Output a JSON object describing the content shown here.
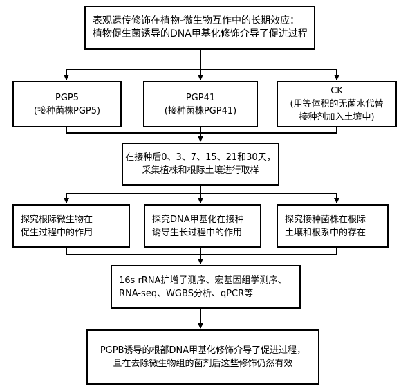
{
  "title": {
    "line1": "表观遗传修饰在植物-微生物互作中的长期效应：",
    "line2": "植物促生菌诱导的DNA甲基化修饰介导了促进过程"
  },
  "groups": [
    {
      "name": "PGP5",
      "desc": "(接种菌株PGP5)"
    },
    {
      "name": "PGP41",
      "desc": "(接种菌株PGP41)"
    },
    {
      "name": "CK",
      "desc_line1": "(用等体积的无菌水代替",
      "desc_line2": "接种剂加入土壤中)"
    }
  ],
  "sampling": {
    "line1": "在接种后0、3、7、15、21和30天，",
    "line2": "采集植株和根际土壤进行取样"
  },
  "studies": [
    {
      "line1": "探究根际微生物在",
      "line2": "促生过程中的作用"
    },
    {
      "line1": "探究DNA甲基化在接种",
      "line2": "诱导生长过程中的作用"
    },
    {
      "line1": "探究接种菌株在根际",
      "line2": "土壤和根系中的存在"
    }
  ],
  "methods": {
    "line1": "16s rRNA扩增子测序、宏基因组学测序、",
    "line2": "RNA-seq、WGBS分析、qPCR等"
  },
  "conclusion": {
    "line1": "PGPB诱导的根部DNA甲基化修饰介导了促进过程，",
    "line2": "且在去除微生物组的菌剂后这些修饰仍然有效"
  }
}
